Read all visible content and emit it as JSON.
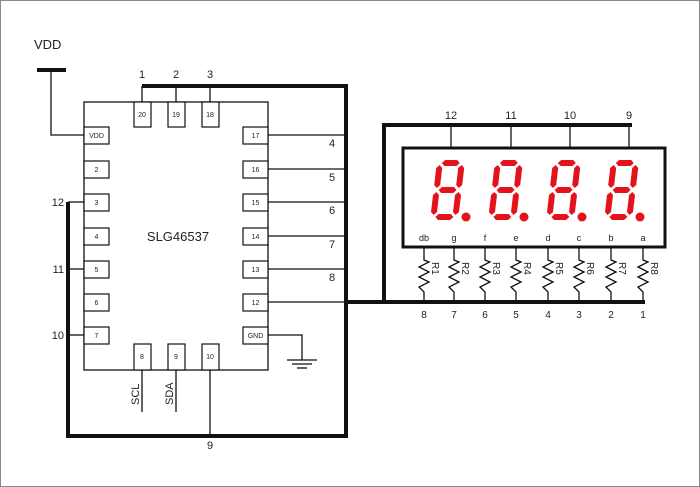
{
  "vdd_label": "VDD",
  "chip": {
    "name": "SLG46537",
    "top_pins": [
      {
        "pin": "20",
        "net": "1"
      },
      {
        "pin": "19",
        "net": "2"
      },
      {
        "pin": "18",
        "net": "3"
      }
    ],
    "left_pins": [
      {
        "pin": "VDD",
        "net": ""
      },
      {
        "pin": "2",
        "net": ""
      },
      {
        "pin": "3",
        "net": "12"
      },
      {
        "pin": "4",
        "net": ""
      },
      {
        "pin": "5",
        "net": "11"
      },
      {
        "pin": "6",
        "net": ""
      },
      {
        "pin": "7",
        "net": "10"
      }
    ],
    "right_pins": [
      {
        "pin": "17",
        "net": "4"
      },
      {
        "pin": "16",
        "net": "5"
      },
      {
        "pin": "15",
        "net": "6"
      },
      {
        "pin": "14",
        "net": "7"
      },
      {
        "pin": "13",
        "net": "8"
      },
      {
        "pin": "12",
        "net": ""
      },
      {
        "pin": "GND",
        "net": ""
      }
    ],
    "bottom_pins": [
      {
        "pin": "8",
        "net": "SCL"
      },
      {
        "pin": "9",
        "net": "SDA"
      },
      {
        "pin": "10",
        "net": "9"
      }
    ]
  },
  "display": {
    "digit_nets": [
      "12",
      "11",
      "10",
      "9"
    ],
    "segments": [
      "db",
      "g",
      "f",
      "e",
      "d",
      "c",
      "b",
      "a"
    ],
    "resistors": [
      "R1",
      "R2",
      "R3",
      "R4",
      "R5",
      "R6",
      "R7",
      "R8"
    ],
    "bottom_nets": [
      "8",
      "7",
      "6",
      "5",
      "4",
      "3",
      "2",
      "1"
    ],
    "segment_color": "#e3121b"
  }
}
